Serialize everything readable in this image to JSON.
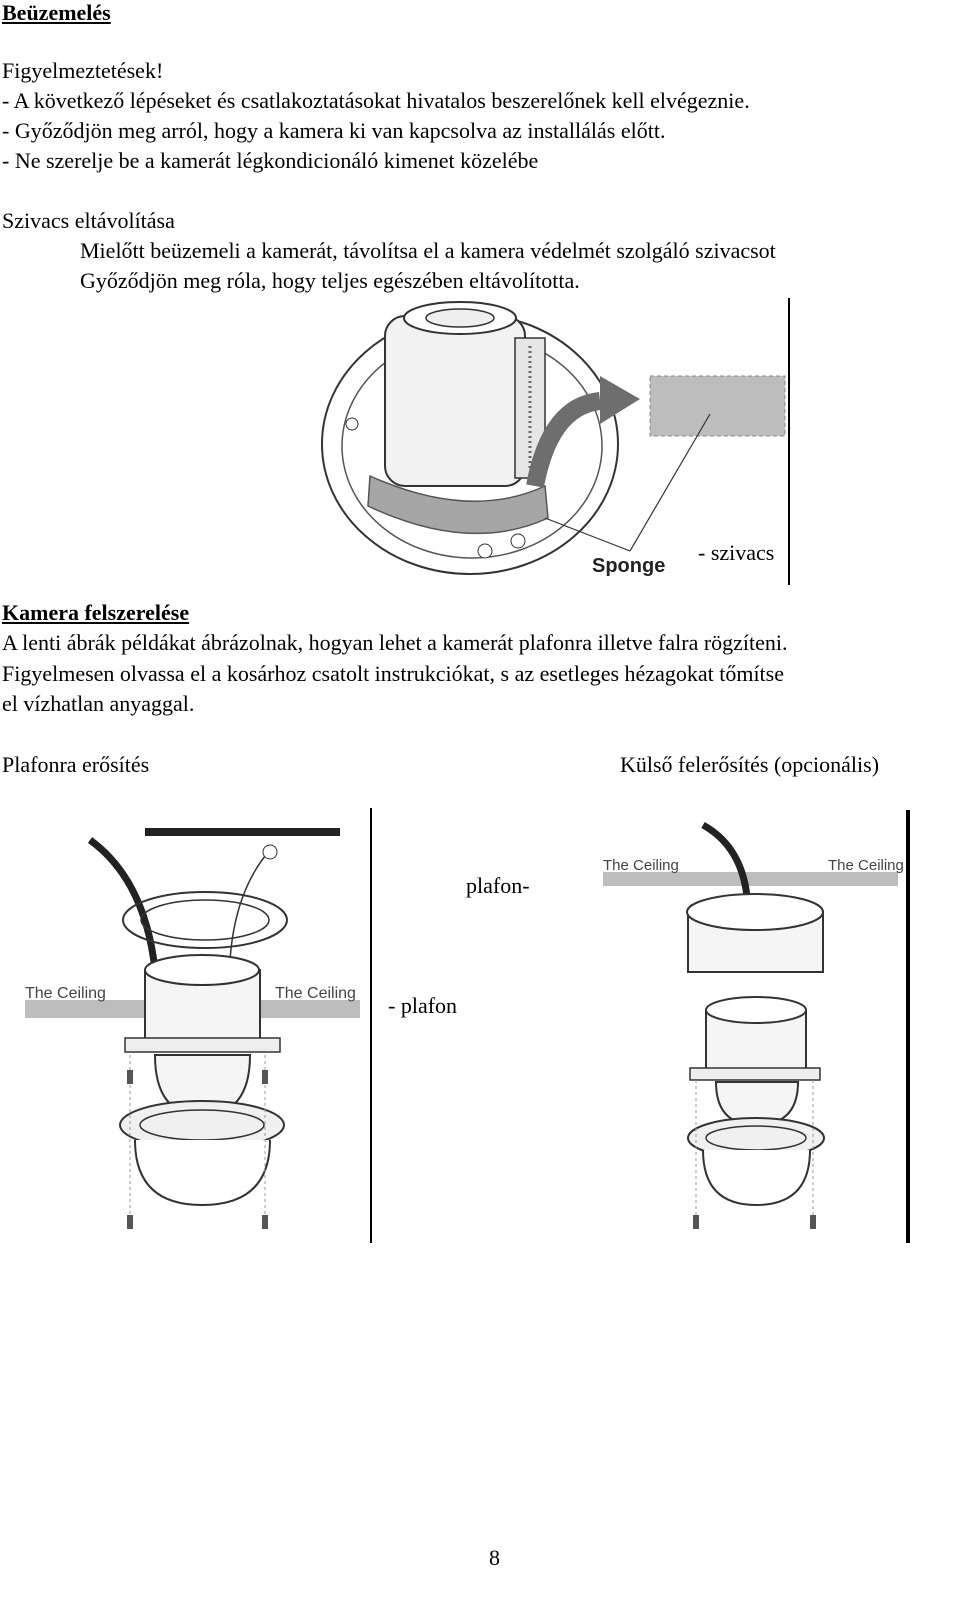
{
  "section1": {
    "heading": "Beüzemelés",
    "warnings_title": "Figyelmeztetések!",
    "warnings": [
      "- A következő lépéseket és csatlakoztatásokat hivatalos beszerelőnek kell elvégeznie.",
      "- Győződjön meg arról, hogy a kamera ki van kapcsolva az installálás előtt.",
      "- Ne szerelje be a kamerát légkondicionáló kimenet közelébe"
    ]
  },
  "sponge": {
    "title": "Szivacs eltávolítása",
    "lines": [
      "Mielőtt beüzemeli a kamerát, távolítsa el a kamera védelmét szolgáló szivacsot",
      "Győződjön meg róla, hogy teljes egészében eltávolította."
    ],
    "figure_label": "Sponge",
    "caption": "- szivacs"
  },
  "mount": {
    "heading": "Kamera felszerelése",
    "lines": [
      "A lenti ábrák példákat ábrázolnak, hogyan lehet a kamerát plafonra illetve falra rögzíteni.",
      "Figyelmesen olvassa el a kosárhoz csatolt instrukciókat, s az esetleges hézagokat tőmítse",
      "el vízhatlan anyaggal."
    ],
    "left_title": "Plafonra erősítés",
    "right_title": "Külső felerősítés (opcionális)",
    "ceiling_label": "The Ceiling",
    "label_plafon_dash": "plafon-",
    "label_dash_plafon": "- plafon"
  },
  "page_number": "8"
}
